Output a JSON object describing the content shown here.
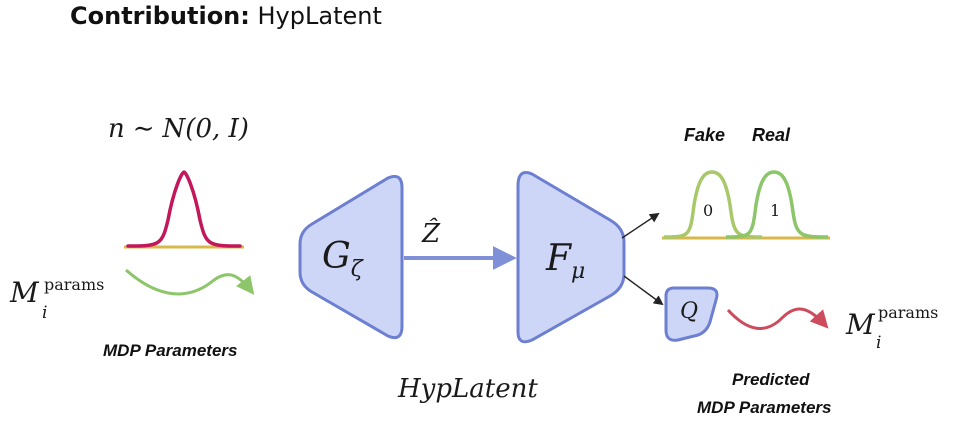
{
  "header": {
    "title_bold": "Contribution:",
    "title_rest": "HypLatent"
  },
  "noise": {
    "var": "n",
    "tilde": "∼",
    "dist": "N(0, I)"
  },
  "input": {
    "m_symbol": "M",
    "m_sub": "i",
    "m_sup": "params",
    "label": "MDP Parameters"
  },
  "generator": {
    "symbol": "G",
    "sub": "ζ"
  },
  "latent": {
    "symbol": "Ẑ"
  },
  "feature": {
    "symbol": "F",
    "sub": "μ"
  },
  "discriminator": {
    "fake_label": "Fake",
    "real_label": "Real",
    "fake_value": "0",
    "real_value": "1"
  },
  "q_head": {
    "symbol": "Q",
    "out_m_symbol": "M",
    "out_m_sub": "i",
    "out_m_sup": "params",
    "label_line1": "Predicted",
    "label_line2": "MDP Parameters"
  },
  "model_name": "HypLatent",
  "colors": {
    "block_fill": "#cdd6f7",
    "block_stroke": "#6c7fd0",
    "arrow_blue": "#7f8fd8",
    "bell_red": "#c2185b",
    "baseline_yellow": "#d9b84a",
    "green": "#8cc56a",
    "pred_red": "#cc4c5e"
  }
}
